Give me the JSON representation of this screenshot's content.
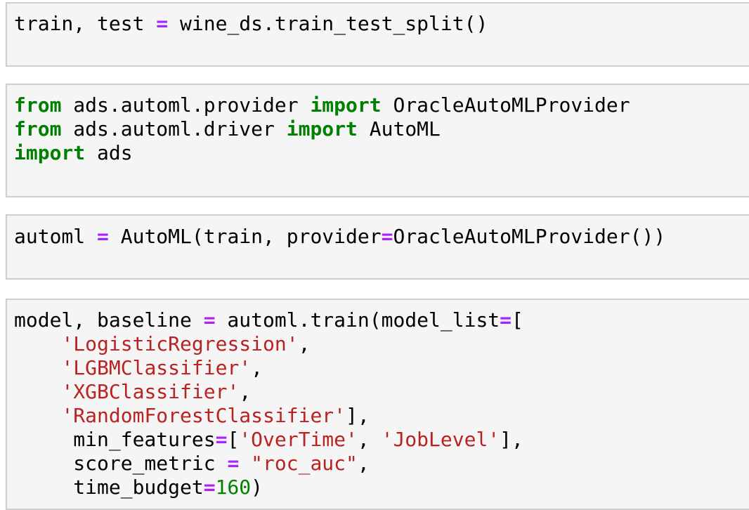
{
  "cells": [
    {
      "lines": [
        [
          {
            "t": "train, test ",
            "c": "plain"
          },
          {
            "t": "=",
            "c": "op"
          },
          {
            "t": " wine_ds.train_test_split()",
            "c": "plain"
          }
        ]
      ]
    },
    {
      "lines": [
        [
          {
            "t": "from",
            "c": "kw"
          },
          {
            "t": " ads.automl.provider ",
            "c": "plain"
          },
          {
            "t": "import",
            "c": "kw"
          },
          {
            "t": " OracleAutoMLProvider",
            "c": "plain"
          }
        ],
        [
          {
            "t": "from",
            "c": "kw"
          },
          {
            "t": " ads.automl.driver ",
            "c": "plain"
          },
          {
            "t": "import",
            "c": "kw"
          },
          {
            "t": " AutoML",
            "c": "plain"
          }
        ],
        [
          {
            "t": "import",
            "c": "kw"
          },
          {
            "t": " ads",
            "c": "plain"
          }
        ]
      ]
    },
    {
      "lines": [
        [
          {
            "t": "automl ",
            "c": "plain"
          },
          {
            "t": "=",
            "c": "op"
          },
          {
            "t": " AutoML(train, provider",
            "c": "plain"
          },
          {
            "t": "=",
            "c": "op"
          },
          {
            "t": "OracleAutoMLProvider())",
            "c": "plain"
          }
        ]
      ]
    },
    {
      "lines": [
        [
          {
            "t": "model, baseline ",
            "c": "plain"
          },
          {
            "t": "=",
            "c": "op"
          },
          {
            "t": " automl.train(model_list",
            "c": "plain"
          },
          {
            "t": "=",
            "c": "op"
          },
          {
            "t": "[",
            "c": "plain"
          }
        ],
        [
          {
            "t": "    ",
            "c": "plain"
          },
          {
            "t": "'LogisticRegression'",
            "c": "str"
          },
          {
            "t": ",",
            "c": "plain"
          }
        ],
        [
          {
            "t": "    ",
            "c": "plain"
          },
          {
            "t": "'LGBMClassifier'",
            "c": "str"
          },
          {
            "t": ",",
            "c": "plain"
          }
        ],
        [
          {
            "t": "    ",
            "c": "plain"
          },
          {
            "t": "'XGBClassifier'",
            "c": "str"
          },
          {
            "t": ",",
            "c": "plain"
          }
        ],
        [
          {
            "t": "    ",
            "c": "plain"
          },
          {
            "t": "'RandomForestClassifier'",
            "c": "str"
          },
          {
            "t": "],",
            "c": "plain"
          }
        ],
        [
          {
            "t": "     min_features",
            "c": "plain"
          },
          {
            "t": "=",
            "c": "op"
          },
          {
            "t": "[",
            "c": "plain"
          },
          {
            "t": "'OverTime'",
            "c": "str"
          },
          {
            "t": ", ",
            "c": "plain"
          },
          {
            "t": "'JobLevel'",
            "c": "str"
          },
          {
            "t": "],",
            "c": "plain"
          }
        ],
        [
          {
            "t": "     score_metric ",
            "c": "plain"
          },
          {
            "t": "=",
            "c": "op"
          },
          {
            "t": " ",
            "c": "plain"
          },
          {
            "t": "\"roc_auc\"",
            "c": "str"
          },
          {
            "t": ",",
            "c": "plain"
          }
        ],
        [
          {
            "t": "     time_budget",
            "c": "plain"
          },
          {
            "t": "=",
            "c": "op"
          },
          {
            "t": "160",
            "c": "num"
          },
          {
            "t": ")",
            "c": "plain"
          }
        ]
      ]
    }
  ]
}
